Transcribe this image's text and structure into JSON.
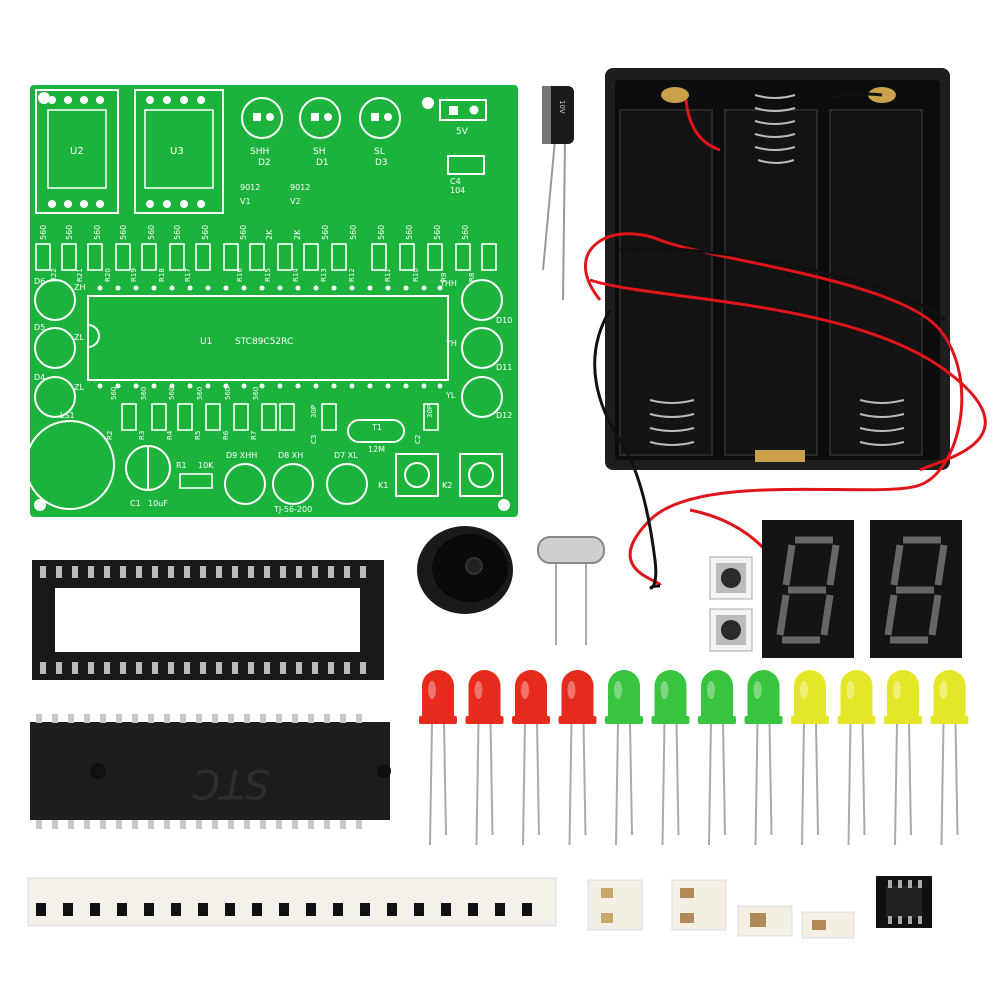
{
  "pcb": {
    "board_color": "#1bb33c",
    "silk_color": "#ffffff",
    "ic_sockets_top": [
      "U2",
      "U3"
    ],
    "leds_top": [
      {
        "code": "SHH",
        "name": "D2"
      },
      {
        "code": "SH",
        "name": "D1"
      },
      {
        "code": "SL",
        "name": "D3"
      }
    ],
    "power_label": "5V",
    "c4_label": "C4",
    "c4_value": "104",
    "transistor_type": "9012",
    "transistor_labels": [
      "V1",
      "V2"
    ],
    "resistor_value": "560",
    "resistor_2k": "2K",
    "resistor_refs": [
      "R22",
      "R21",
      "R20",
      "R19",
      "R18",
      "R17",
      "R16",
      "R15",
      "R14",
      "R13",
      "R12",
      "R11",
      "R10",
      "R9",
      "R8"
    ],
    "left_labels": [
      "D6",
      "D5",
      "D4"
    ],
    "zh_labels": [
      "ZH",
      "ZL",
      "ZL"
    ],
    "right_labels": [
      "D10",
      "D11",
      "D12"
    ],
    "yh_labels": [
      "YHH",
      "YH",
      "YL"
    ],
    "u1_ref": "U1",
    "u1_chip": "STC89C52RC",
    "ls1": "LS1",
    "bottom_resistors": [
      "R2",
      "R3",
      "R4",
      "R5",
      "R6",
      "R7"
    ],
    "c3_label": "C3",
    "c3_value": "30P",
    "c2_label": "C2",
    "c2_value": "30P",
    "crystal_ref": "T1",
    "crystal_value": "12M",
    "r1_label": "R1",
    "r1_value": "10K",
    "c1_label": "C1",
    "c1_value": "10uF",
    "bottom_leds": [
      {
        "code": "D9 XHH"
      },
      {
        "code": "D8 XH"
      },
      {
        "code": "D7 XL"
      }
    ],
    "k_labels": [
      "K1",
      "K2"
    ],
    "board_id": "TJ-56-200"
  },
  "chip": {
    "brand": "STC",
    "body_color": "#1d1d1d"
  },
  "capacitor_text": "10V",
  "led_colors": {
    "red": "#e62a1c",
    "green": "#39c43f",
    "yellow": "#e6e629"
  },
  "leds": [
    "red",
    "red",
    "red",
    "red",
    "green",
    "green",
    "green",
    "green",
    "yellow",
    "yellow",
    "yellow",
    "yellow"
  ],
  "smd_strip_count": 19,
  "wire_colors": {
    "red": "#e0141b",
    "black": "#111111"
  }
}
